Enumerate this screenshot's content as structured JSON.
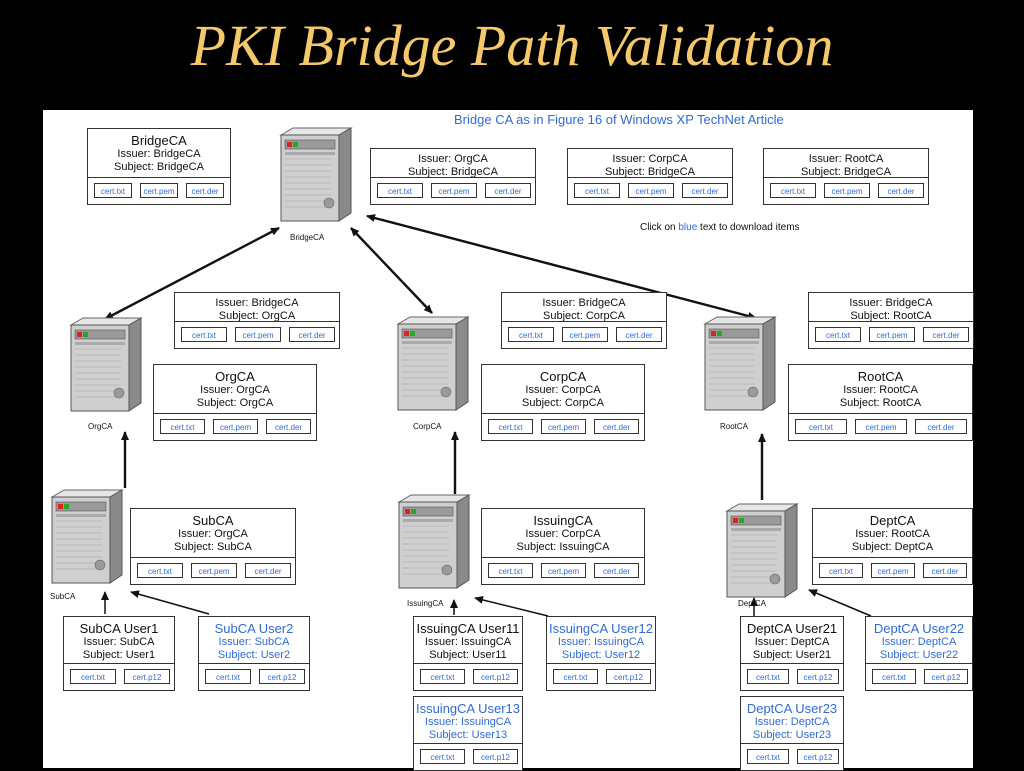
{
  "title": "PKI Bridge Path Validation",
  "caption": "Bridge CA as in Figure 16 of Windows XP TechNet Article",
  "hint": {
    "pre": "Click on ",
    "blue": "blue",
    "post": " text to download items"
  },
  "colors": {
    "background": "#000000",
    "title": "#f5c96a",
    "link": "#2f6bd6",
    "panel": "#ffffff"
  },
  "servers": {
    "bridge": "BridgeCA",
    "org": "OrgCA",
    "corp": "CorpCA",
    "root": "RootCA",
    "sub": "SubCA",
    "issuing": "IssuingCA",
    "dept": "DeptCA"
  },
  "boxes": {
    "bridge": {
      "name": "BridgeCA",
      "issuer": "Issuer: BridgeCA",
      "subject": "Subject: BridgeCA",
      "links": [
        "cert.txt",
        "cert.pem",
        "cert.der"
      ]
    },
    "cross_org": {
      "issuer": "Issuer: OrgCA",
      "subject": "Subject: BridgeCA",
      "links": [
        "cert.txt",
        "cert.pem",
        "cert.der"
      ]
    },
    "cross_corp": {
      "issuer": "Issuer: CorpCA",
      "subject": "Subject: BridgeCA",
      "links": [
        "cert.txt",
        "cert.pem",
        "cert.der"
      ]
    },
    "cross_root": {
      "issuer": "Issuer: RootCA",
      "subject": "Subject: BridgeCA",
      "links": [
        "cert.txt",
        "cert.pem",
        "cert.der"
      ]
    },
    "bridge_org": {
      "issuer": "Issuer: BridgeCA",
      "subject": "Subject: OrgCA",
      "links": [
        "cert.txt",
        "cert.pem",
        "cert.der"
      ]
    },
    "bridge_corp": {
      "issuer": "Issuer: BridgeCA",
      "subject": "Subject: CorpCA",
      "links": [
        "cert.txt",
        "cert.pem",
        "cert.der"
      ]
    },
    "bridge_root": {
      "issuer": "Issuer: BridgeCA",
      "subject": "Subject: RootCA",
      "links": [
        "cert.txt",
        "cert.pem",
        "cert.der"
      ]
    },
    "org": {
      "name": "OrgCA",
      "issuer": "Issuer: OrgCA",
      "subject": "Subject: OrgCA",
      "links": [
        "cert.txt",
        "cert.pem",
        "cert.der"
      ]
    },
    "corp": {
      "name": "CorpCA",
      "issuer": "Issuer: CorpCA",
      "subject": "Subject: CorpCA",
      "links": [
        "cert.txt",
        "cert.pem",
        "cert.der"
      ]
    },
    "root": {
      "name": "RootCA",
      "issuer": "Issuer: RootCA",
      "subject": "Subject: RootCA",
      "links": [
        "cert.txt",
        "cert.pem",
        "cert.der"
      ]
    },
    "sub": {
      "name": "SubCA",
      "issuer": "Issuer: OrgCA",
      "subject": "Subject: SubCA",
      "links": [
        "cert.txt",
        "cert.pem",
        "cert.der"
      ]
    },
    "issuing": {
      "name": "IssuingCA",
      "issuer": "Issuer: CorpCA",
      "subject": "Subject: IssuingCA",
      "links": [
        "cert.txt",
        "cert.pem",
        "cert.der"
      ]
    },
    "dept": {
      "name": "DeptCA",
      "issuer": "Issuer: RootCA",
      "subject": "Subject: DeptCA",
      "links": [
        "cert.txt",
        "cert.pem",
        "cert.der"
      ]
    },
    "user1": {
      "name": "SubCA User1",
      "issuer": "Issuer: SubCA",
      "subject": "Subject: User1",
      "links": [
        "cert.txt",
        "cert.p12"
      ]
    },
    "user2": {
      "name": "SubCA User2",
      "issuer": "Issuer: SubCA",
      "subject": "Subject: User2",
      "links": [
        "cert.txt",
        "cert.p12"
      ]
    },
    "user11": {
      "name": "IssuingCA User11",
      "issuer": "Issuer: IssuingCA",
      "subject": "Subject: User11",
      "links": [
        "cert.txt",
        "cert.p12"
      ]
    },
    "user12": {
      "name": "IssuingCA User12",
      "issuer": "Issuer: IssuingCA",
      "subject": "Subject: User12",
      "links": [
        "cert.txt",
        "cert.p12"
      ]
    },
    "user13": {
      "name": "IssuingCA User13",
      "issuer": "Issuer: IssuingCA",
      "subject": "Subject: User13",
      "links": [
        "cert.txt",
        "cert.p12"
      ]
    },
    "user21": {
      "name": "DeptCA User21",
      "issuer": "Issuer: DeptCA",
      "subject": "Subject: User21",
      "links": [
        "cert.txt",
        "cert.p12"
      ]
    },
    "user22": {
      "name": "DeptCA User22",
      "issuer": "Issuer: DeptCA",
      "subject": "Subject: User22",
      "links": [
        "cert.txt",
        "cert.p12"
      ]
    },
    "user23": {
      "name": "DeptCA User23",
      "issuer": "Issuer: DeptCA",
      "subject": "Subject: User23",
      "links": [
        "cert.txt",
        "cert.p12"
      ]
    }
  }
}
